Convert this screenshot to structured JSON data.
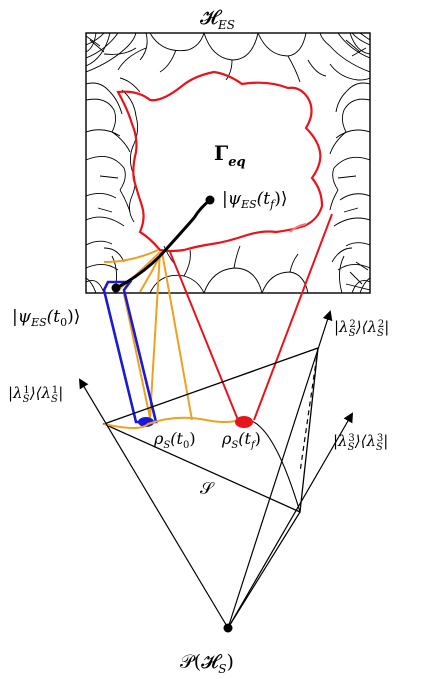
{
  "labels": {
    "hilbert_space": "𝓗",
    "hilbert_sub": "ES",
    "gamma": "Γ",
    "gamma_sub": "eq",
    "psi_final_ket": "|ψ",
    "psi_final_sub": "ES",
    "psi_final_arg": "(t",
    "psi_final_argsub": "f",
    "psi_final_close": ")⟩",
    "psi_init_ket": "|ψ",
    "psi_init_sub": "ES",
    "psi_init_arg": "(t",
    "psi_init_argsub": "0",
    "psi_init_close": ")⟩",
    "rho_init": "ρ",
    "rho_init_sub": "S",
    "rho_init_arg": "(t",
    "rho_init_argsub": "0",
    "rho_init_close": ")",
    "rho_final": "ρ",
    "rho_final_sub": "S",
    "rho_final_arg": "(t",
    "rho_final_argsub": "f",
    "rho_final_close": ")",
    "simplex": "𝒮",
    "proj1_open": "|λ",
    "proj1_sub": "S",
    "proj1_sup": "1",
    "proj1_mid": "⟩⟨λ",
    "proj1_sub2": "S",
    "proj1_sup2": "1",
    "proj1_close": "|",
    "proj2_open": "|λ",
    "proj2_sub": "S",
    "proj2_sup": "2",
    "proj2_mid": "⟩⟨λ",
    "proj2_sub2": "S",
    "proj2_sup2": "2",
    "proj2_close": "|",
    "proj3_open": "|λ",
    "proj3_sub": "S",
    "proj3_sup": "3",
    "proj3_mid": "⟩⟨λ",
    "proj3_sub2": "S",
    "proj3_sup2": "3",
    "proj3_close": "|",
    "projective_space": "𝒫(𝓗",
    "projective_sub": "S",
    "projective_close": ")"
  },
  "colors": {
    "equilibrium_boundary": "#e8141c",
    "initial_set": "#1a1ad6",
    "intermediate_set": "#f0a020",
    "trajectory": "#000000"
  }
}
